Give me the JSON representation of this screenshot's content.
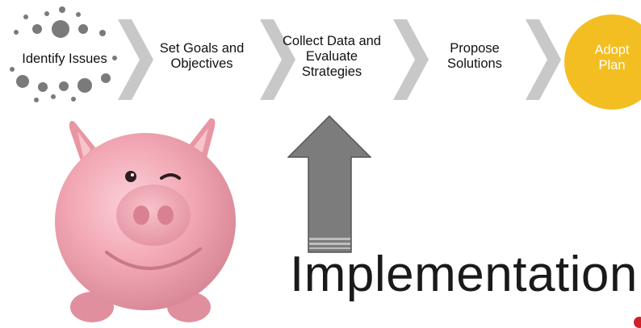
{
  "process": {
    "steps": [
      {
        "label": "Identify Issues"
      },
      {
        "label": "Set Goals and Objectives"
      },
      {
        "label": "Collect Data and Evaluate Strategies"
      },
      {
        "label": "Propose Solutions"
      },
      {
        "label": "Adopt Plan"
      }
    ]
  },
  "implementation": {
    "label": "Implementation"
  },
  "colors": {
    "chevron": "#c8c8c8",
    "dots": "#7a7a7a",
    "highlight": "#f2be22",
    "arrow": "#7c7c7c",
    "pig": "#f2a7b4"
  }
}
